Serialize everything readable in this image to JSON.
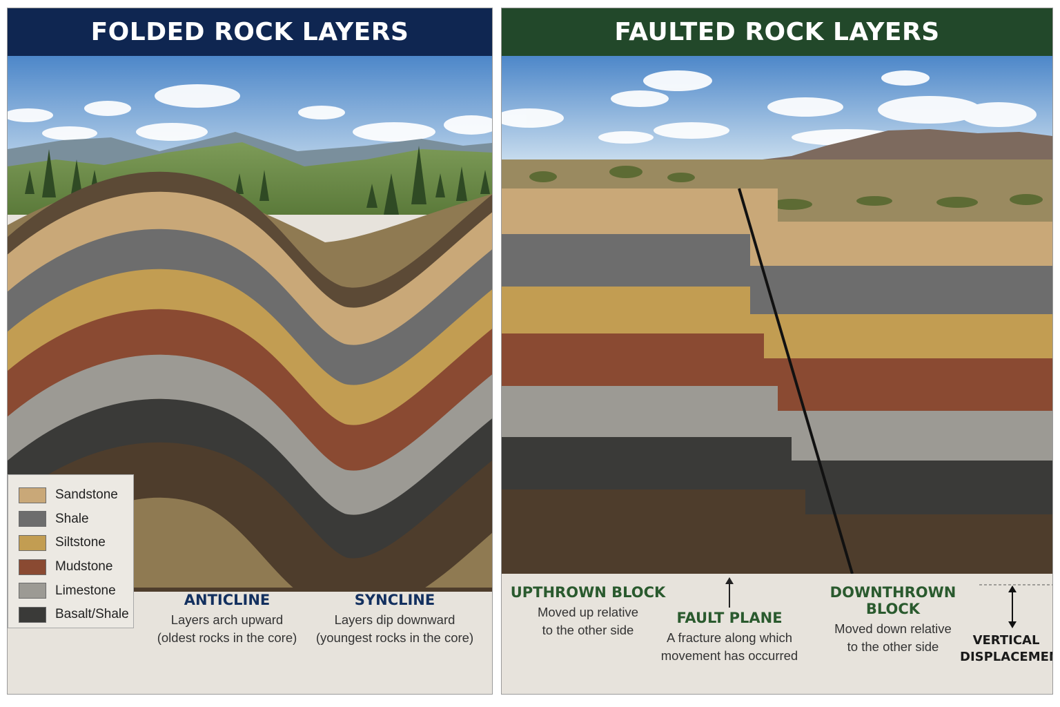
{
  "colors": {
    "left_header": "#0f2651",
    "right_header": "#22482a",
    "left_caption_title": "#13305f",
    "right_caption_title": "#2a5a2e",
    "sky_top": "#4d87c9",
    "sky_bottom": "#d6e6f2"
  },
  "folded": {
    "title": "FOLDED ROCK LAYERS",
    "legend": [
      {
        "label": "Sandstone",
        "color": "#c9a878"
      },
      {
        "label": "Shale",
        "color": "#6d6d6d"
      },
      {
        "label": "Siltstone",
        "color": "#c29d52"
      },
      {
        "label": "Mudstone",
        "color": "#8a4a32"
      },
      {
        "label": "Limestone",
        "color": "#9c9a94"
      },
      {
        "label": "Basalt/Shale",
        "color": "#3a3a38"
      }
    ],
    "anticline": {
      "title": "ANTICLINE",
      "line1": "Layers arch upward",
      "line2": "(oldest rocks in the core)"
    },
    "syncline": {
      "title": "SYNCLINE",
      "line1": "Layers dip downward",
      "line2": "(youngest rocks in the core)"
    }
  },
  "faulted": {
    "title": "FAULTED ROCK LAYERS",
    "upthrown": {
      "title": "UPTHROWN BLOCK",
      "line1": "Moved up relative",
      "line2": "to the other side"
    },
    "fault_plane": {
      "title": "FAULT PLANE",
      "line1": "A fracture along which",
      "line2": "movement has occurred"
    },
    "downthrown": {
      "title": "DOWNTHROWN BLOCK",
      "line1": "Moved down relative",
      "line2": "to the other side"
    },
    "vertical_displacement": {
      "line1": "VERTICAL",
      "line2": "DISPLACEMENT"
    }
  }
}
